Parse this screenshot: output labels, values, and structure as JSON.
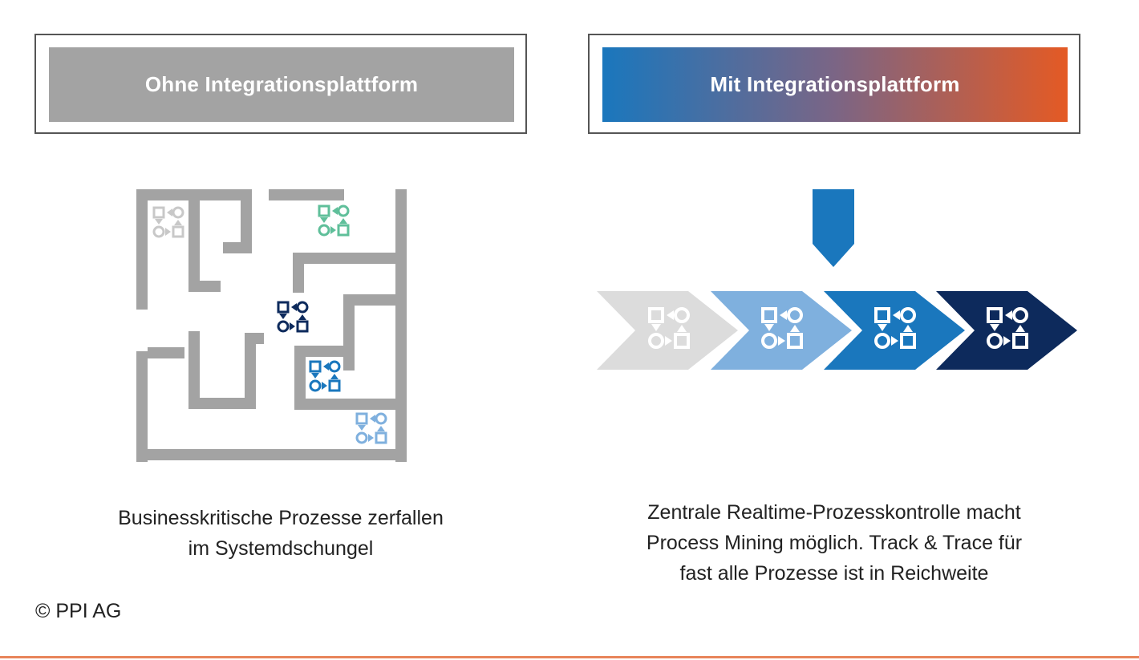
{
  "left_panel": {
    "title": "Ohne Integrationsplattform",
    "caption_lines": [
      "Businesskritische Prozesse zerfallen",
      "im Systemdschungel"
    ]
  },
  "right_panel": {
    "title": "Mit Integrationsplattform",
    "caption_lines": [
      "Zentrale Realtime-Prozesskontrolle macht",
      "Process Mining möglich. Track & Trace für",
      "fast alle Prozesse ist in Reichweite"
    ]
  },
  "footer": {
    "copyright": "© PPI AG"
  },
  "colors": {
    "maze_wall": "#a3a3a3",
    "gray_bar": "#a3a3a3",
    "gradient_start": "#1a77bd",
    "gradient_end": "#e45a24",
    "stage_1": "#dcdcdc",
    "stage_2": "#7fb0de",
    "stage_3": "#1a77bd",
    "stage_4": "#0d2a5c",
    "maze_icon_light_gray": "#c8c8c8",
    "maze_icon_teal": "#5fbf9a",
    "maze_icon_navy": "#0d2a5c",
    "maze_icon_blue": "#1a77bd",
    "maze_icon_light_blue": "#7fb0de",
    "bottom_rule": "#e8855a"
  },
  "icons": {
    "process_icon": "process-cycle-icon",
    "down_arrow": "down-arrow-icon"
  }
}
